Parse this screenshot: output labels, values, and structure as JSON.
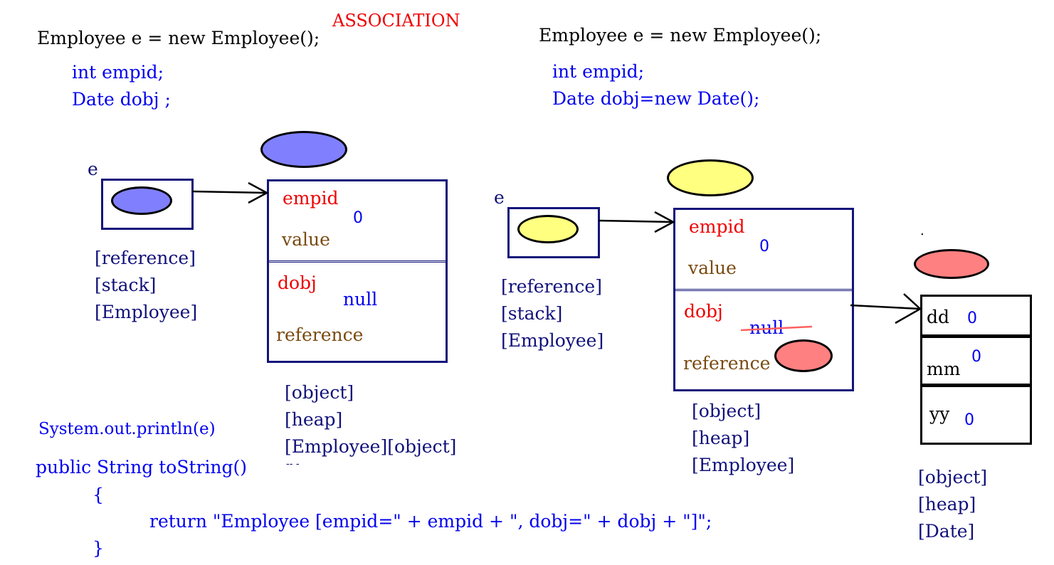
{
  "title": "ASSOCIATION",
  "left": {
    "declaration": "Employee e = new Employee();",
    "fields": [
      "int empid;",
      "Date dobj ;"
    ],
    "ref_label": "e",
    "ref_tags": [
      "[reference]",
      "[stack]",
      "[Employee]"
    ],
    "obj_fields": {
      "empid_label": "empid",
      "empid_value": "0",
      "value_label": "value",
      "dobj_label": "dobj",
      "dobj_value": "null",
      "reference_label": "reference"
    },
    "obj_tags": [
      "[object]",
      "[heap]",
      "[Employee][object]"
    ],
    "obj_tag_trail": "--      -",
    "colors": {
      "ellipse": "#8080ff"
    }
  },
  "right": {
    "declaration": "Employee e = new Employee();",
    "fields": [
      "int empid;",
      "Date dobj=new Date();"
    ],
    "ref_label": "e",
    "ref_tags": [
      "[reference]",
      "[stack]",
      "[Employee]"
    ],
    "obj_fields": {
      "empid_label": "empid",
      "empid_value": "0",
      "value_label": "value",
      "dobj_label": "dobj",
      "dobj_value": "null",
      "reference_label": "reference"
    },
    "obj_tags": [
      "[object]",
      "[heap]",
      "[Employee]"
    ],
    "date_obj": {
      "dd_label": "dd",
      "dd_value": "0",
      "mm_label": "mm",
      "mm_value": "0",
      "yy_label": "yy",
      "yy_value": "0"
    },
    "date_tags": [
      "[object]",
      "[heap]",
      "[Date]"
    ],
    "dot": ".",
    "colors": {
      "employee_ellipse": "#ffff80",
      "date_ellipse": "#ff8080",
      "strike": "#ff6060"
    }
  },
  "code": {
    "println": "System.out.println(e)",
    "method_sig": "public String toString()",
    "open_brace": "{",
    "return_stmt": "return \"Employee [empid=\" + empid + \", dobj=\" + dobj + \"]\";",
    "close_brace": "}"
  },
  "colors": {
    "title": "#ee0000",
    "code": "#0000ee",
    "box_border": "#14147a"
  }
}
